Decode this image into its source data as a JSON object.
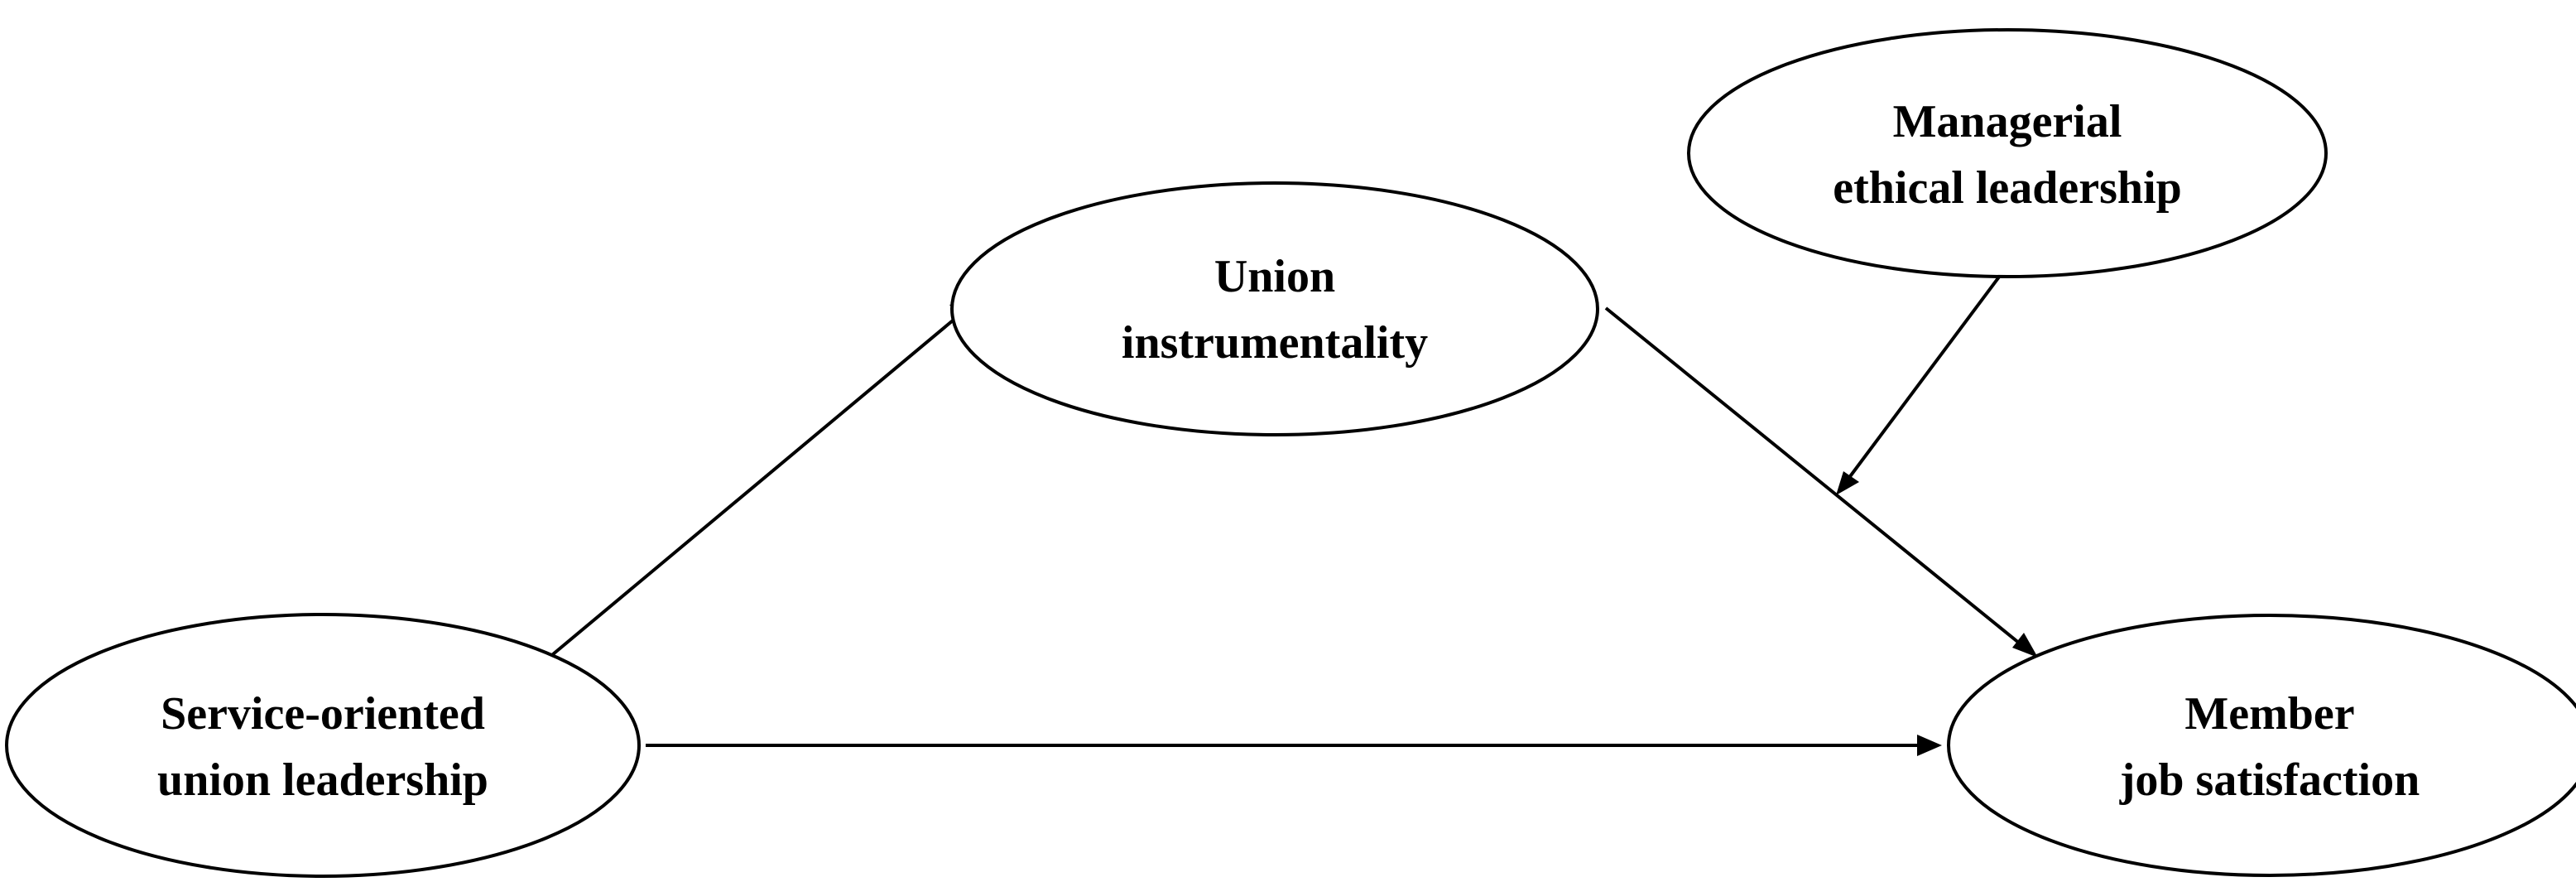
{
  "nodes": {
    "service_oriented": {
      "line1": "Service-oriented",
      "line2": "union leadership"
    },
    "union_instrumentality": {
      "line1": "Union",
      "line2": "instrumentality"
    },
    "managerial_ethical": {
      "line1": "Managerial",
      "line2": "ethical leadership"
    },
    "member_job_satisfaction": {
      "line1": "Member",
      "line2": "job satisfaction"
    }
  },
  "edges": [
    {
      "from": "service_oriented",
      "to": "union_instrumentality"
    },
    {
      "from": "union_instrumentality",
      "to": "member_job_satisfaction"
    },
    {
      "from": "service_oriented",
      "to": "member_job_satisfaction"
    },
    {
      "from": "managerial_ethical",
      "to": "edge:union_instrumentality->member_job_satisfaction",
      "type": "moderation"
    }
  ],
  "colors": {
    "stroke": "#000000",
    "background": "#ffffff"
  }
}
